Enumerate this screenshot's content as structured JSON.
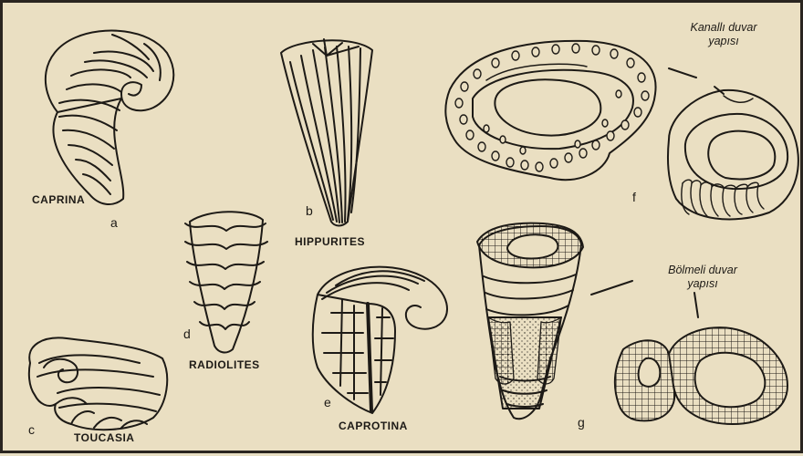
{
  "figure": {
    "fossils": [
      {
        "key": "caprina",
        "letter": "a",
        "name": "CAPRINA"
      },
      {
        "key": "hippurites",
        "letter": "b",
        "name": "HIPPURITES"
      },
      {
        "key": "toucasia",
        "letter": "c",
        "name": "TOUCASIA"
      },
      {
        "key": "radiolites",
        "letter": "d",
        "name": "RADIOLITES"
      },
      {
        "key": "caprotina",
        "letter": "e",
        "name": "CAPROTINA"
      },
      {
        "key": "section-f",
        "letter": "f",
        "name": ""
      },
      {
        "key": "section-g",
        "letter": "g",
        "name": ""
      }
    ],
    "annotations": {
      "kanalli": {
        "line1": "Kanallı duvar",
        "line2": "yapısı"
      },
      "bolmeli": {
        "line1": "Bölmeli duvar",
        "line2": "yapısı"
      }
    }
  }
}
